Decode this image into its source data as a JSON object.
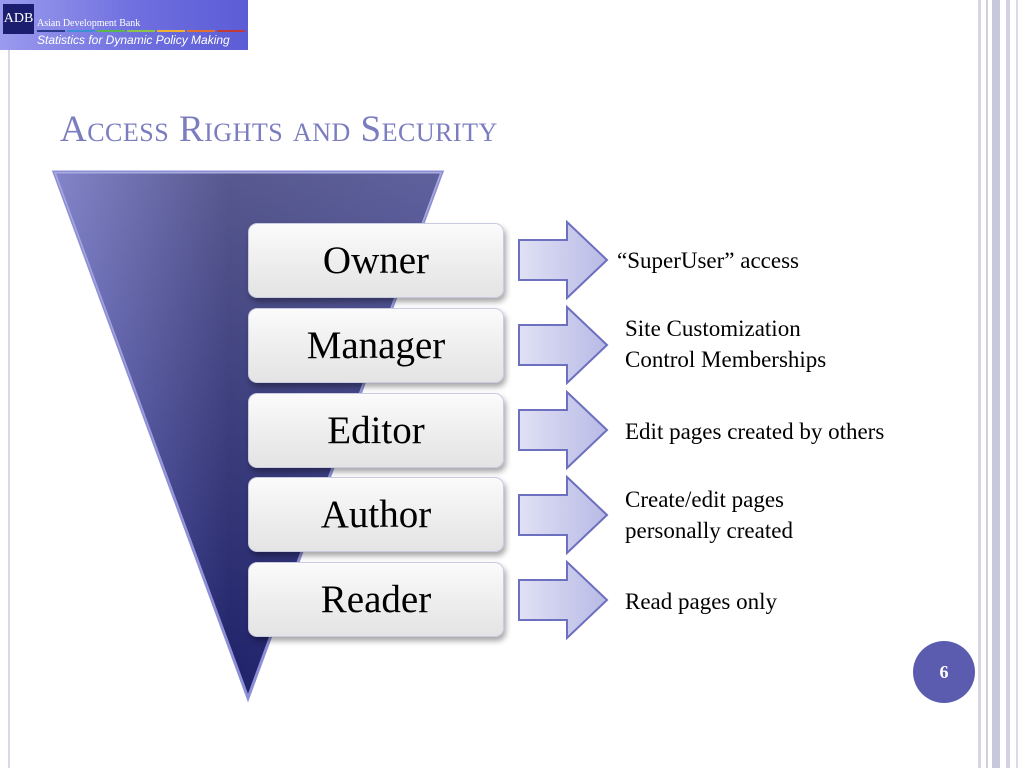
{
  "logo": {
    "abbr": "ADB",
    "org": "Asian Development Bank",
    "tagline": "Statistics for Dynamic Policy Making"
  },
  "slide": {
    "title": "Access Rights and Security",
    "page_number": "6"
  },
  "roles": [
    {
      "label": "Owner",
      "description": [
        "“SuperUser” access"
      ]
    },
    {
      "label": "Manager",
      "description": [
        "Site Customization",
        "Control Memberships"
      ]
    },
    {
      "label": "Editor",
      "description": [
        "Edit pages created by others"
      ]
    },
    {
      "label": "Author",
      "description": [
        "Create/edit pages",
        "personally created"
      ]
    },
    {
      "label": "Reader",
      "description": [
        "Read pages only"
      ]
    }
  ],
  "colors": {
    "title": "#7b7dbf",
    "funnel_dark": "#1f2169",
    "funnel_light": "#5a5cb8",
    "arrow_fill": "#c9cbed",
    "page_badge": "#5b5bb0"
  }
}
